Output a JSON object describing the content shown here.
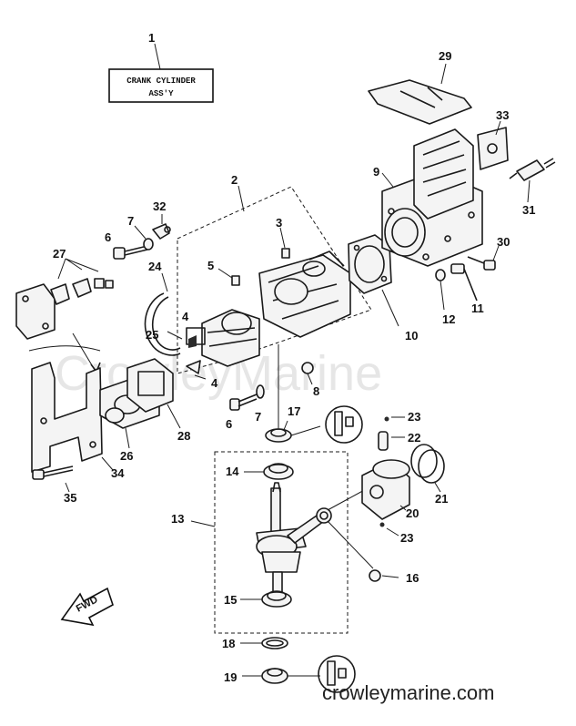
{
  "title_box": {
    "line1": "CRANK CYLINDER",
    "line2": "ASS'Y"
  },
  "watermark": "CrowleyMarine",
  "site_url": "crowleymarine.com",
  "direction_label": "FWD",
  "callouts": {
    "c1": "1",
    "c2": "2",
    "c3": "3",
    "c4a": "4",
    "c4b": "4",
    "c5": "5",
    "c6a": "6",
    "c6b": "6",
    "c7a": "7",
    "c7b": "7",
    "c8": "8",
    "c9": "9",
    "c10": "10",
    "c11": "11",
    "c12": "12",
    "c13": "13",
    "c14": "14",
    "c15": "15",
    "c16": "16",
    "c17": "17",
    "c18": "18",
    "c19": "19",
    "c20": "20",
    "c21": "21",
    "c22": "22",
    "c23a": "23",
    "c23b": "23",
    "c24": "24",
    "c25": "25",
    "c26": "26",
    "c27": "27",
    "c28": "28",
    "c29": "29",
    "c30": "30",
    "c31": "31",
    "c32": "32",
    "c33": "33",
    "c34": "34",
    "c35": "35"
  }
}
